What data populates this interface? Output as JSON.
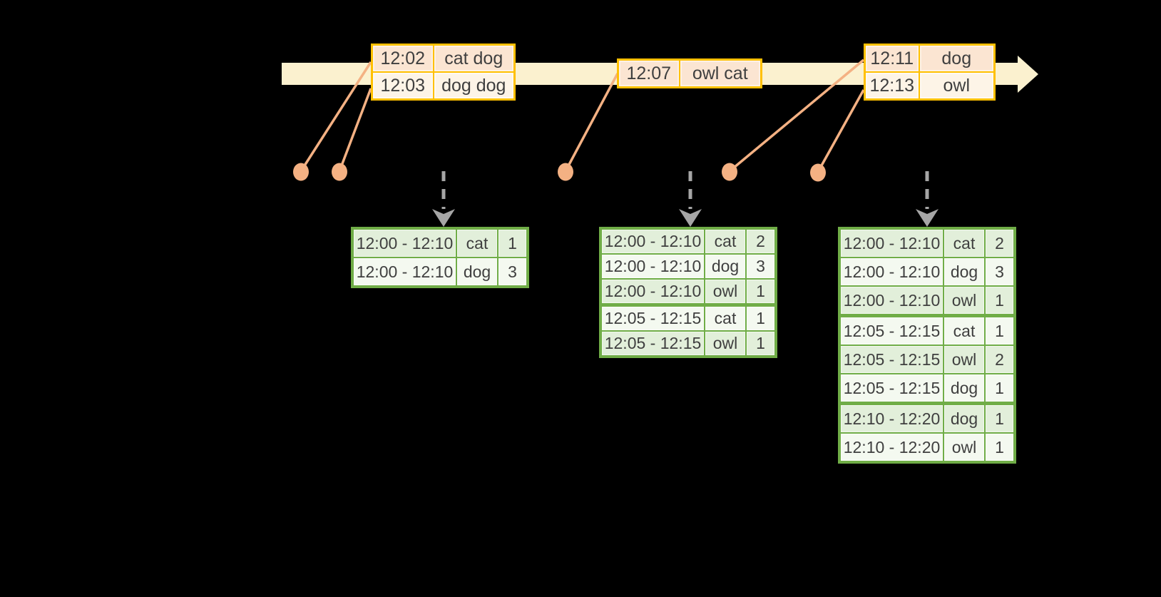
{
  "colors": {
    "background": "#000000",
    "timeline_fill": "#FBF1CF",
    "event_table_border": "#FFC000",
    "event_row_peach": "#FBE5D2",
    "event_row_cream": "#FDF4E7",
    "connector_orange": "#F4B183",
    "trigger_arrow_gray": "#A6A6A6",
    "result_table_border": "#70AD47",
    "result_row_green": "#E2EFDA",
    "result_row_light": "#F4F9F0",
    "text": "#3F3F3F"
  },
  "event_tables": [
    {
      "rows": [
        {
          "time": "12:02",
          "words": "cat dog"
        },
        {
          "time": "12:03",
          "words": "dog dog"
        }
      ]
    },
    {
      "rows": [
        {
          "time": "12:07",
          "words": "owl cat"
        }
      ]
    },
    {
      "rows": [
        {
          "time": "12:11",
          "words": "dog"
        },
        {
          "time": "12:13",
          "words": "owl"
        }
      ]
    }
  ],
  "result_tables": [
    {
      "rows": [
        {
          "window": "12:00 - 12:10",
          "word": "cat",
          "count": "1"
        },
        {
          "window": "12:00 - 12:10",
          "word": "dog",
          "count": "3"
        }
      ]
    },
    {
      "rows": [
        {
          "window": "12:00 - 12:10",
          "word": "cat",
          "count": "2"
        },
        {
          "window": "12:00 - 12:10",
          "word": "dog",
          "count": "3"
        },
        {
          "window": "12:00 - 12:10",
          "word": "owl",
          "count": "1"
        },
        {
          "window": "12:05 - 12:15",
          "word": "cat",
          "count": "1"
        },
        {
          "window": "12:05 - 12:15",
          "word": "owl",
          "count": "1"
        }
      ]
    },
    {
      "rows": [
        {
          "window": "12:00 - 12:10",
          "word": "cat",
          "count": "2"
        },
        {
          "window": "12:00 - 12:10",
          "word": "dog",
          "count": "3"
        },
        {
          "window": "12:00 - 12:10",
          "word": "owl",
          "count": "1"
        },
        {
          "window": "12:05 - 12:15",
          "word": "cat",
          "count": "1"
        },
        {
          "window": "12:05 - 12:15",
          "word": "owl",
          "count": "2"
        },
        {
          "window": "12:05 - 12:15",
          "word": "dog",
          "count": "1"
        },
        {
          "window": "12:10 - 12:20",
          "word": "dog",
          "count": "1"
        },
        {
          "window": "12:10 - 12:20",
          "word": "owl",
          "count": "1"
        }
      ]
    }
  ]
}
